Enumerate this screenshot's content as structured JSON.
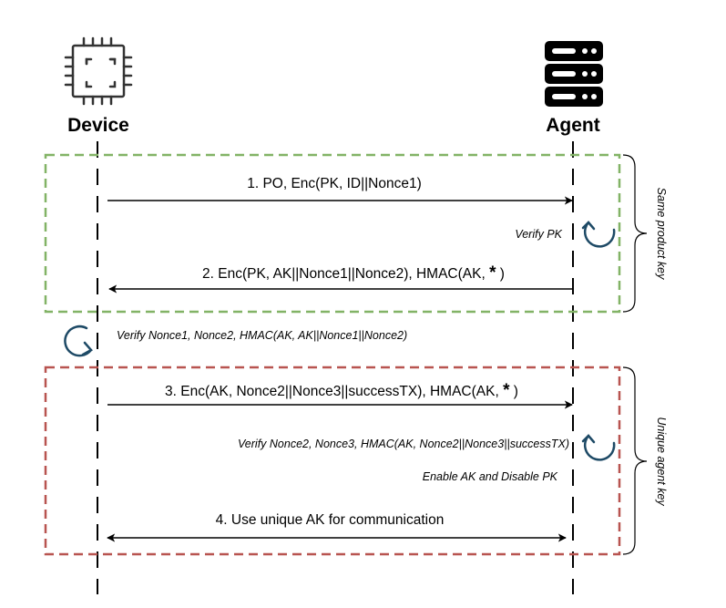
{
  "actors": {
    "device": "Device",
    "agent": "Agent"
  },
  "icons": {
    "device": "chip-icon",
    "agent": "server-icon",
    "verify": "refresh-icon"
  },
  "messages": [
    {
      "id": "m1",
      "text": "1. PO, Enc(PK, ID||Nonce1)",
      "direction": "device-to-agent"
    },
    {
      "id": "m2",
      "text": "2. Enc(PK, AK||Nonce1||Nonce2), HMAC(AK, ",
      "star": "*",
      "tail": " )",
      "direction": "agent-to-device"
    },
    {
      "id": "m3",
      "text": "3. Enc(AK, Nonce2||Nonce3||successTX), HMAC(AK, ",
      "star": "*",
      "tail": " )",
      "direction": "device-to-agent"
    },
    {
      "id": "m4",
      "text": "4. Use unique AK for communication",
      "direction": "bidirectional"
    }
  ],
  "notes": {
    "verify_pk": "Verify PK",
    "verify_device": "Verify Nonce1, Nonce2, HMAC(AK, AK||Nonce1||Nonce2)",
    "verify_agent": "Verify Nonce2, Nonce3, HMAC(AK, Nonce2||Nonce3||successTX)",
    "enable": "Enable AK and Disable PK"
  },
  "groups": {
    "top": {
      "label": "Same product key",
      "color": "#82b366"
    },
    "bottom": {
      "label": "Unique agent key",
      "color": "#b85450"
    }
  },
  "colors": {
    "lifeline": "#000000",
    "icon_gray": "#333333",
    "refresh": "#1e4a66"
  }
}
